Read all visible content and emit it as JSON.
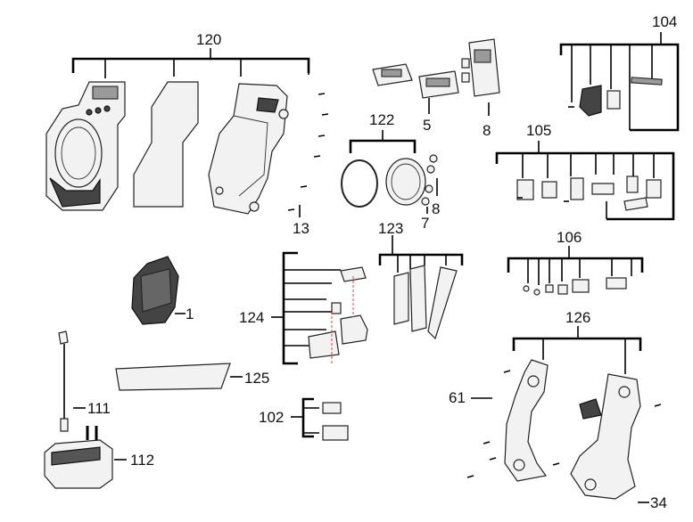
{
  "labels": {
    "c120": "120",
    "c13": "13",
    "c122": "122",
    "c5": "5",
    "c8a": "8",
    "c8b": "8",
    "c7": "7",
    "c104": "104",
    "c105": "105",
    "c1": "1",
    "c124": "124",
    "c123": "123",
    "c106": "106",
    "c126": "126",
    "c111": "111",
    "c112": "112",
    "c125": "125",
    "c102": "102",
    "c61": "61",
    "c34": "34"
  }
}
